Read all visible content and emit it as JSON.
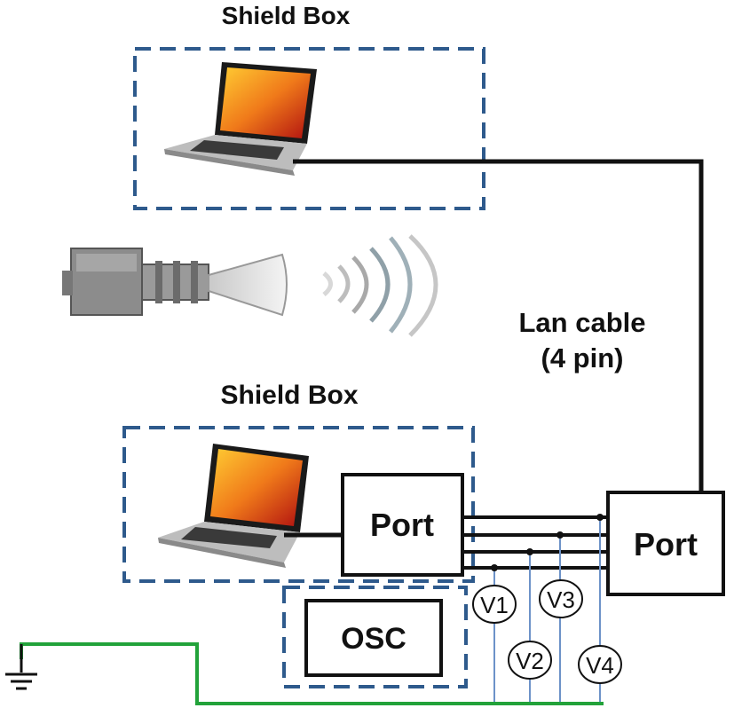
{
  "labels": {
    "shield_box_top": "Shield Box",
    "shield_box_bottom": "Shield Box",
    "lan_cable_line1": "Lan cable",
    "lan_cable_line2": "(4 pin)",
    "port_left": "Port",
    "port_right": "Port",
    "osc": "OSC",
    "voltmeters": [
      "V1",
      "V2",
      "V3",
      "V4"
    ]
  },
  "colors": {
    "shield_dash": "#2e5a8c",
    "cable": "#111111",
    "ground_wire": "#22a23a",
    "probe_wire": "#6d92c8",
    "laptop_screen": "#e8501a",
    "laptop_body": "#c8c8c8"
  },
  "icons": {
    "laptop_top": "laptop-icon",
    "laptop_bottom": "laptop-icon",
    "emp_source": "horn-antenna-icon",
    "ground": "ground-symbol-icon"
  }
}
